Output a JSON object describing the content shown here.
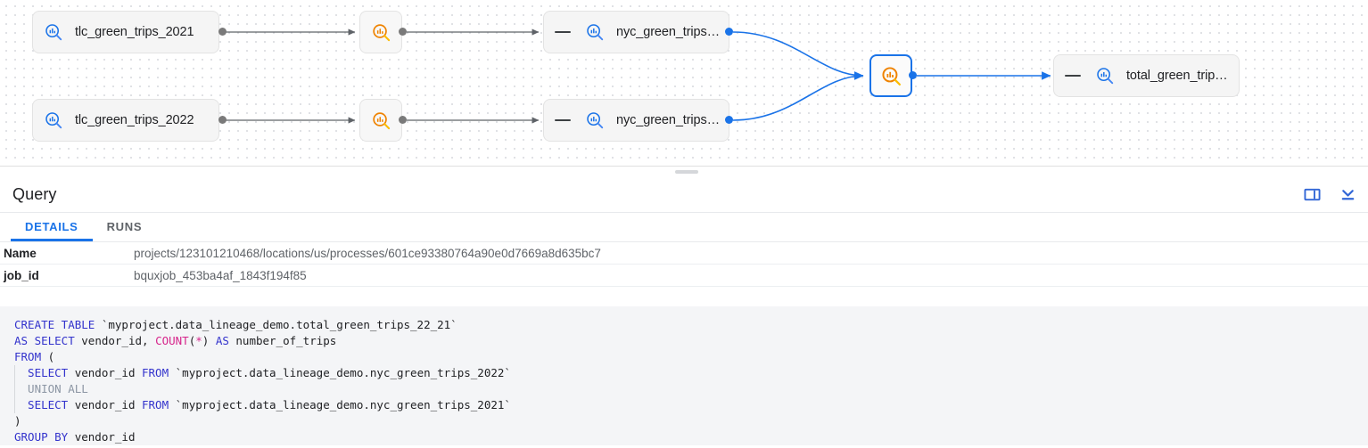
{
  "graph": {
    "nodes": [
      {
        "id": "tlc-2021",
        "label": "tlc_green_trips_2021",
        "icon": "table-search-icon",
        "kind": "table"
      },
      {
        "id": "tlc-2022",
        "label": "tlc_green_trips_2022",
        "icon": "table-search-icon",
        "kind": "table"
      },
      {
        "id": "proc-1",
        "label": "",
        "icon": "process-search-icon",
        "kind": "process"
      },
      {
        "id": "proc-2",
        "label": "",
        "icon": "process-search-icon",
        "kind": "process"
      },
      {
        "id": "nyc-a",
        "label": "nyc_green_trips…",
        "icon": "table-search-icon",
        "kind": "table"
      },
      {
        "id": "nyc-b",
        "label": "nyc_green_trips…",
        "icon": "table-search-icon",
        "kind": "table"
      },
      {
        "id": "proc-sel",
        "label": "",
        "icon": "process-search-icon",
        "kind": "process",
        "selected": true
      },
      {
        "id": "total",
        "label": "total_green_trip…",
        "icon": "table-search-icon",
        "kind": "table"
      }
    ],
    "colors": {
      "accent": "#1a73e8",
      "process": "#ef8300",
      "edge": "#5f6368",
      "node_bg": "#f5f5f5"
    }
  },
  "panel": {
    "title": "Query",
    "actions": [
      {
        "name": "split-panel-icon",
        "title": "Toggle panel layout"
      },
      {
        "name": "collapse-panel-icon",
        "title": "Collapse panel"
      }
    ],
    "tabs": [
      {
        "label": "DETAILS",
        "active": true
      },
      {
        "label": "RUNS",
        "active": false
      }
    ],
    "details": [
      {
        "key": "Name",
        "value": "projects/123101210468/locations/us/processes/601ce93380764a90e0d7669a8d635bc7"
      },
      {
        "key": "job_id",
        "value": "bquxjob_453ba4af_1843f194f85"
      }
    ]
  },
  "sql": {
    "lines": [
      [
        {
          "t": "CREATE TABLE ",
          "c": "k"
        },
        {
          "t": "`myproject.data_lineage_demo.total_green_trips_22_21`",
          "c": "id"
        }
      ],
      [
        {
          "t": "AS SELECT ",
          "c": "k"
        },
        {
          "t": "vendor_id, ",
          "c": "id"
        },
        {
          "t": "COUNT",
          "c": "fn"
        },
        {
          "t": "(",
          "c": "id"
        },
        {
          "t": "*",
          "c": "fn"
        },
        {
          "t": ") ",
          "c": "id"
        },
        {
          "t": "AS ",
          "c": "k"
        },
        {
          "t": "number_of_trips",
          "c": "id"
        }
      ],
      [
        {
          "t": "FROM ",
          "c": "k"
        },
        {
          "t": "(",
          "c": "id"
        }
      ],
      [
        {
          "t": "  SELECT ",
          "c": "k"
        },
        {
          "t": "vendor_id ",
          "c": "id"
        },
        {
          "t": "FROM ",
          "c": "k"
        },
        {
          "t": "`myproject.data_lineage_demo.nyc_green_trips_2022`",
          "c": "id"
        }
      ],
      [
        {
          "t": "  UNION ALL",
          "c": "mut"
        }
      ],
      [
        {
          "t": "  SELECT ",
          "c": "k"
        },
        {
          "t": "vendor_id ",
          "c": "id"
        },
        {
          "t": "FROM ",
          "c": "k"
        },
        {
          "t": "`myproject.data_lineage_demo.nyc_green_trips_2021`",
          "c": "id"
        }
      ],
      [
        {
          "t": ")",
          "c": "id"
        }
      ],
      [
        {
          "t": "GROUP BY ",
          "c": "k"
        },
        {
          "t": "vendor_id",
          "c": "id"
        }
      ]
    ]
  }
}
